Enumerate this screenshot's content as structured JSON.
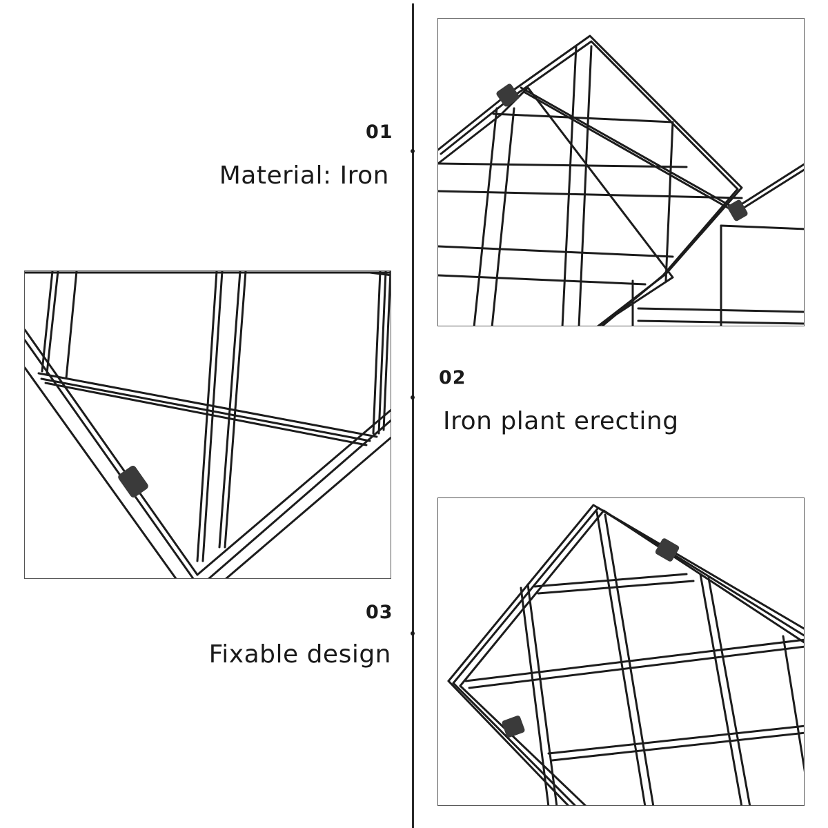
{
  "features": [
    {
      "number": "01",
      "caption": "Material: Iron"
    },
    {
      "number": "02",
      "caption": "Iron plant erecting"
    },
    {
      "number": "03",
      "caption": "Fixable design"
    }
  ],
  "colors": {
    "background": "#ffffff",
    "text": "#1a1a1a",
    "wire": "#1c1c1c",
    "divider": "#2a2a2a"
  }
}
